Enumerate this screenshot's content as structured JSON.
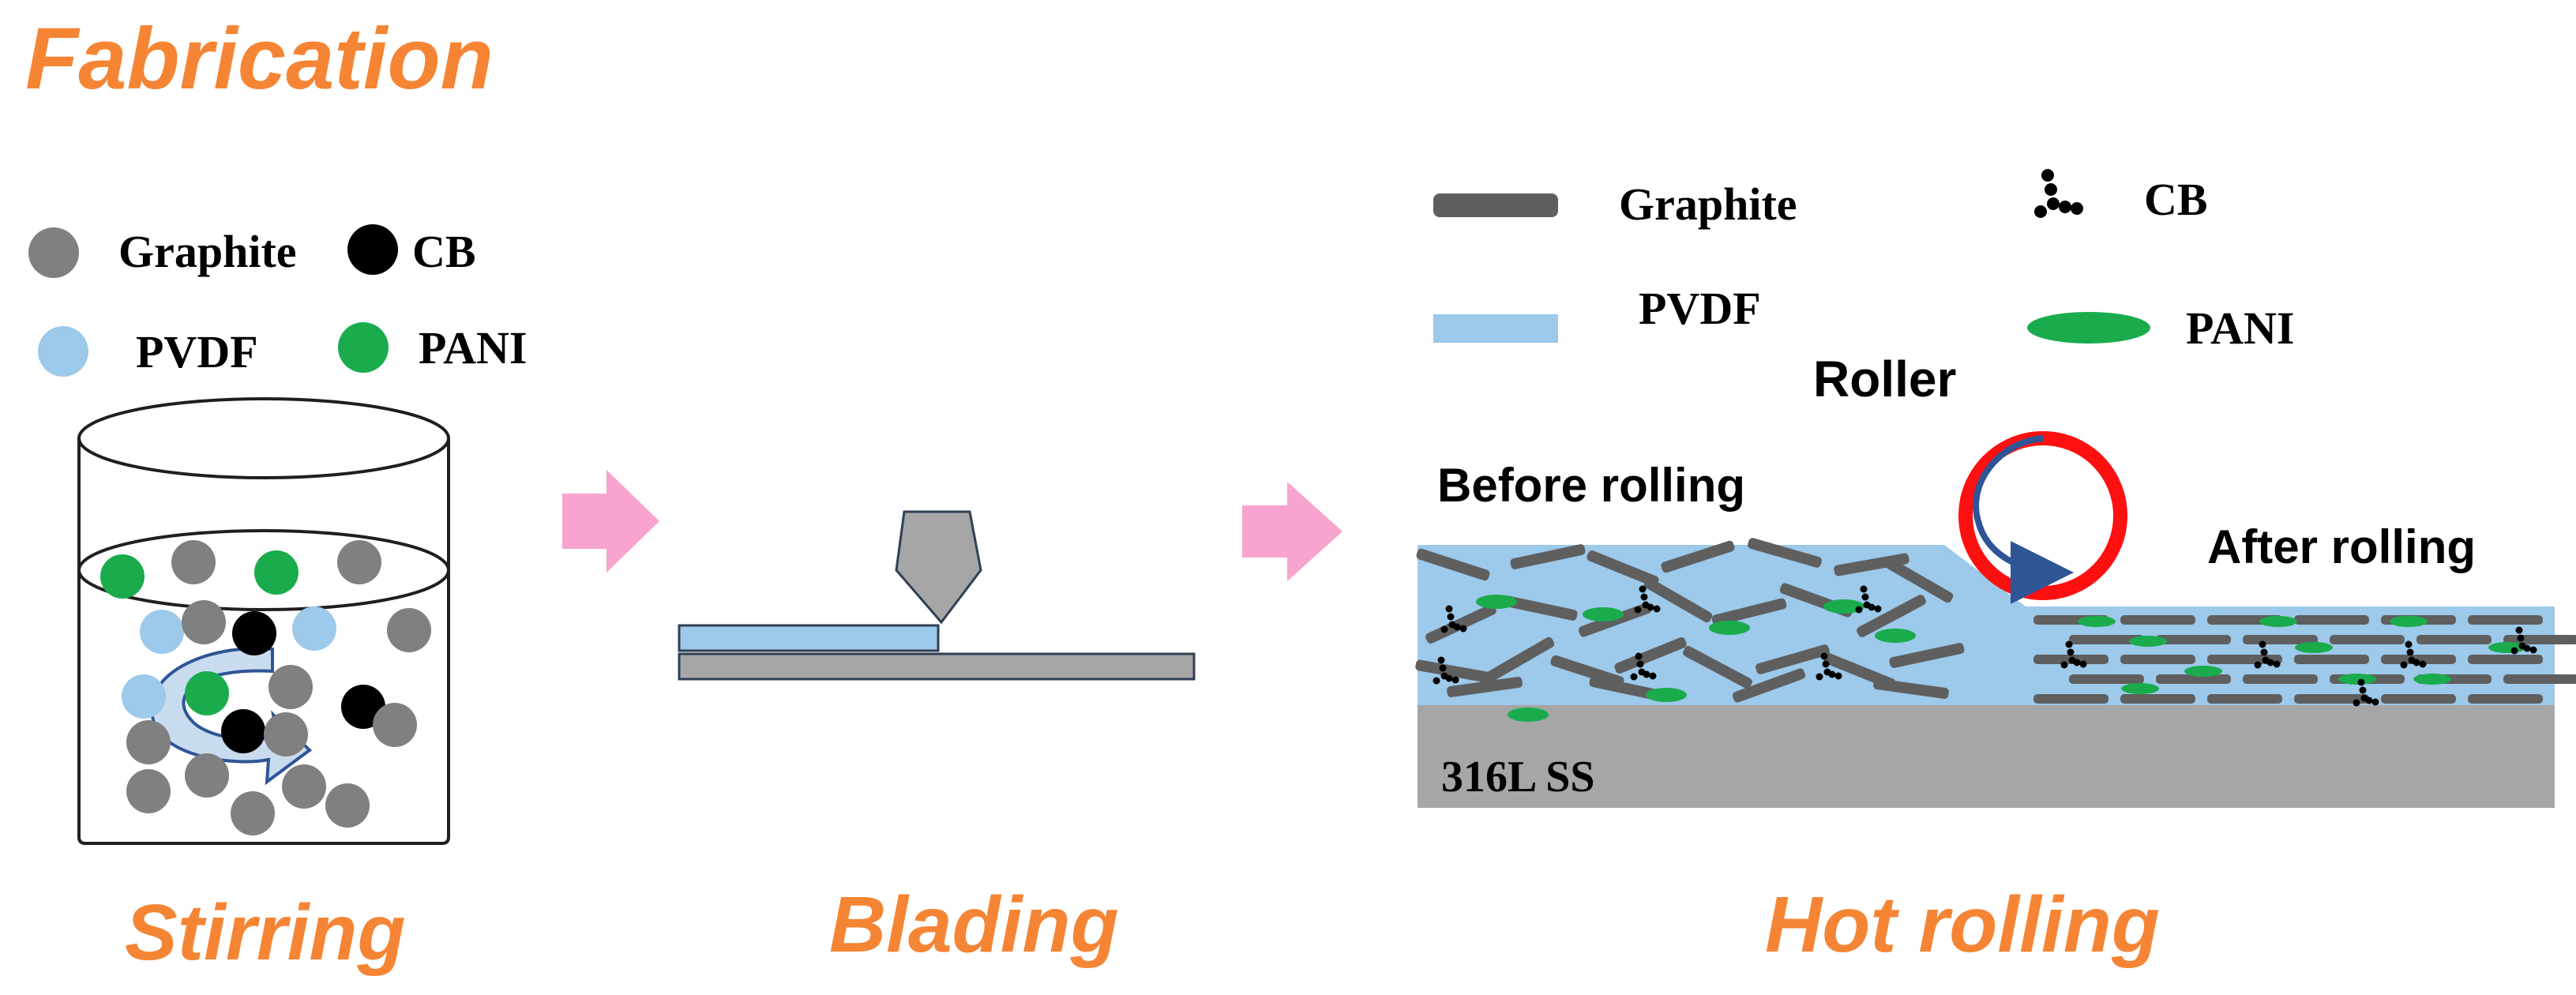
{
  "title": "Fabrication",
  "colors": {
    "orange": "#f58534",
    "graphite": "#808080",
    "graphite_flake": "#5f5f5f",
    "cb": "#000000",
    "pvdf": "#9dc9ea",
    "pani": "#1aac4c",
    "arrow_pink": "#f9a3cf",
    "roller_ring": "#ff1010",
    "substrate": "#a6a6a6",
    "blade": "#a6a6a6"
  },
  "stage1": {
    "legend": {
      "graphite": "Graphite",
      "cb": "CB",
      "pvdf": "PVDF",
      "pani": "PANI"
    },
    "caption": "Stirring"
  },
  "stage2": {
    "caption": "Blading"
  },
  "stage3": {
    "legend": {
      "graphite": "Graphite",
      "cb": "CB",
      "pvdf": "PVDF",
      "pani": "PANI"
    },
    "roller_label": "Roller",
    "before_label": "Before rolling",
    "after_label": "After rolling",
    "substrate_label": "316L SS",
    "caption": "Hot rolling"
  }
}
